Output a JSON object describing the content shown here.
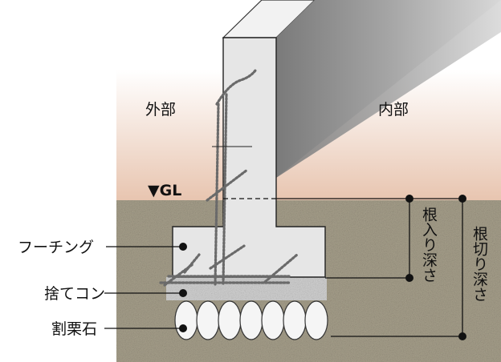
{
  "labels": {
    "outside": "外部",
    "inside": "内部",
    "gl": "▼GL",
    "footing": "フーチング",
    "leveling_concrete": "捨てコン",
    "crushed_stone": "割栗石",
    "embedment_depth": "根入り深さ",
    "excavation_depth": "根切り深さ"
  },
  "colors": {
    "soil": "#a59e8a",
    "sky_top": "#ffffff",
    "sky_bottom": "#e8c6b2",
    "concrete": "#e6e6e6",
    "wall_side": "#8a8a8a",
    "leveling": "#cfcfcf",
    "rebar": "#6f6f6f",
    "line": "#111111"
  }
}
